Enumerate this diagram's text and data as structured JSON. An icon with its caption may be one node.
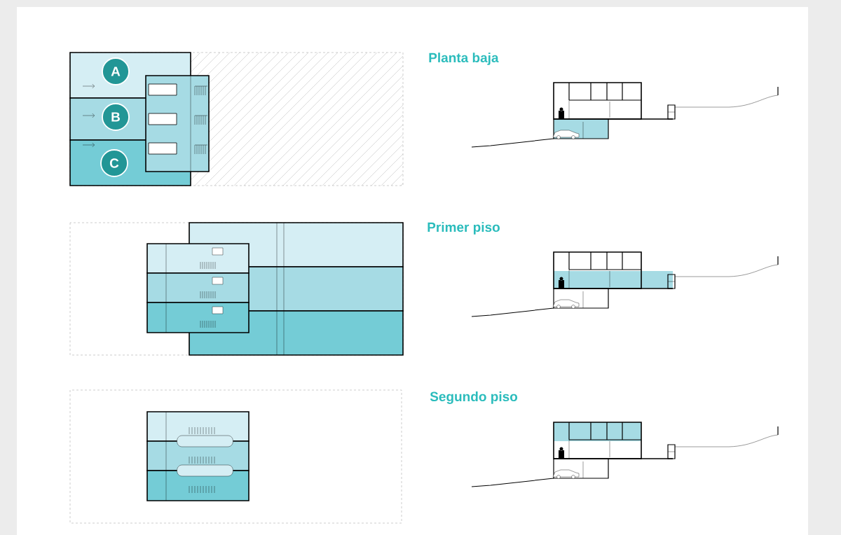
{
  "diagram": {
    "nodes": [
      {
        "text": [
          "A"
        ]
      },
      {
        "text": [
          "B"
        ]
      },
      {
        "text": [
          "C"
        ]
      }
    ],
    "labels": [
      "Planta baja",
      "Primer piso",
      "Segundo piso"
    ]
  }
}
